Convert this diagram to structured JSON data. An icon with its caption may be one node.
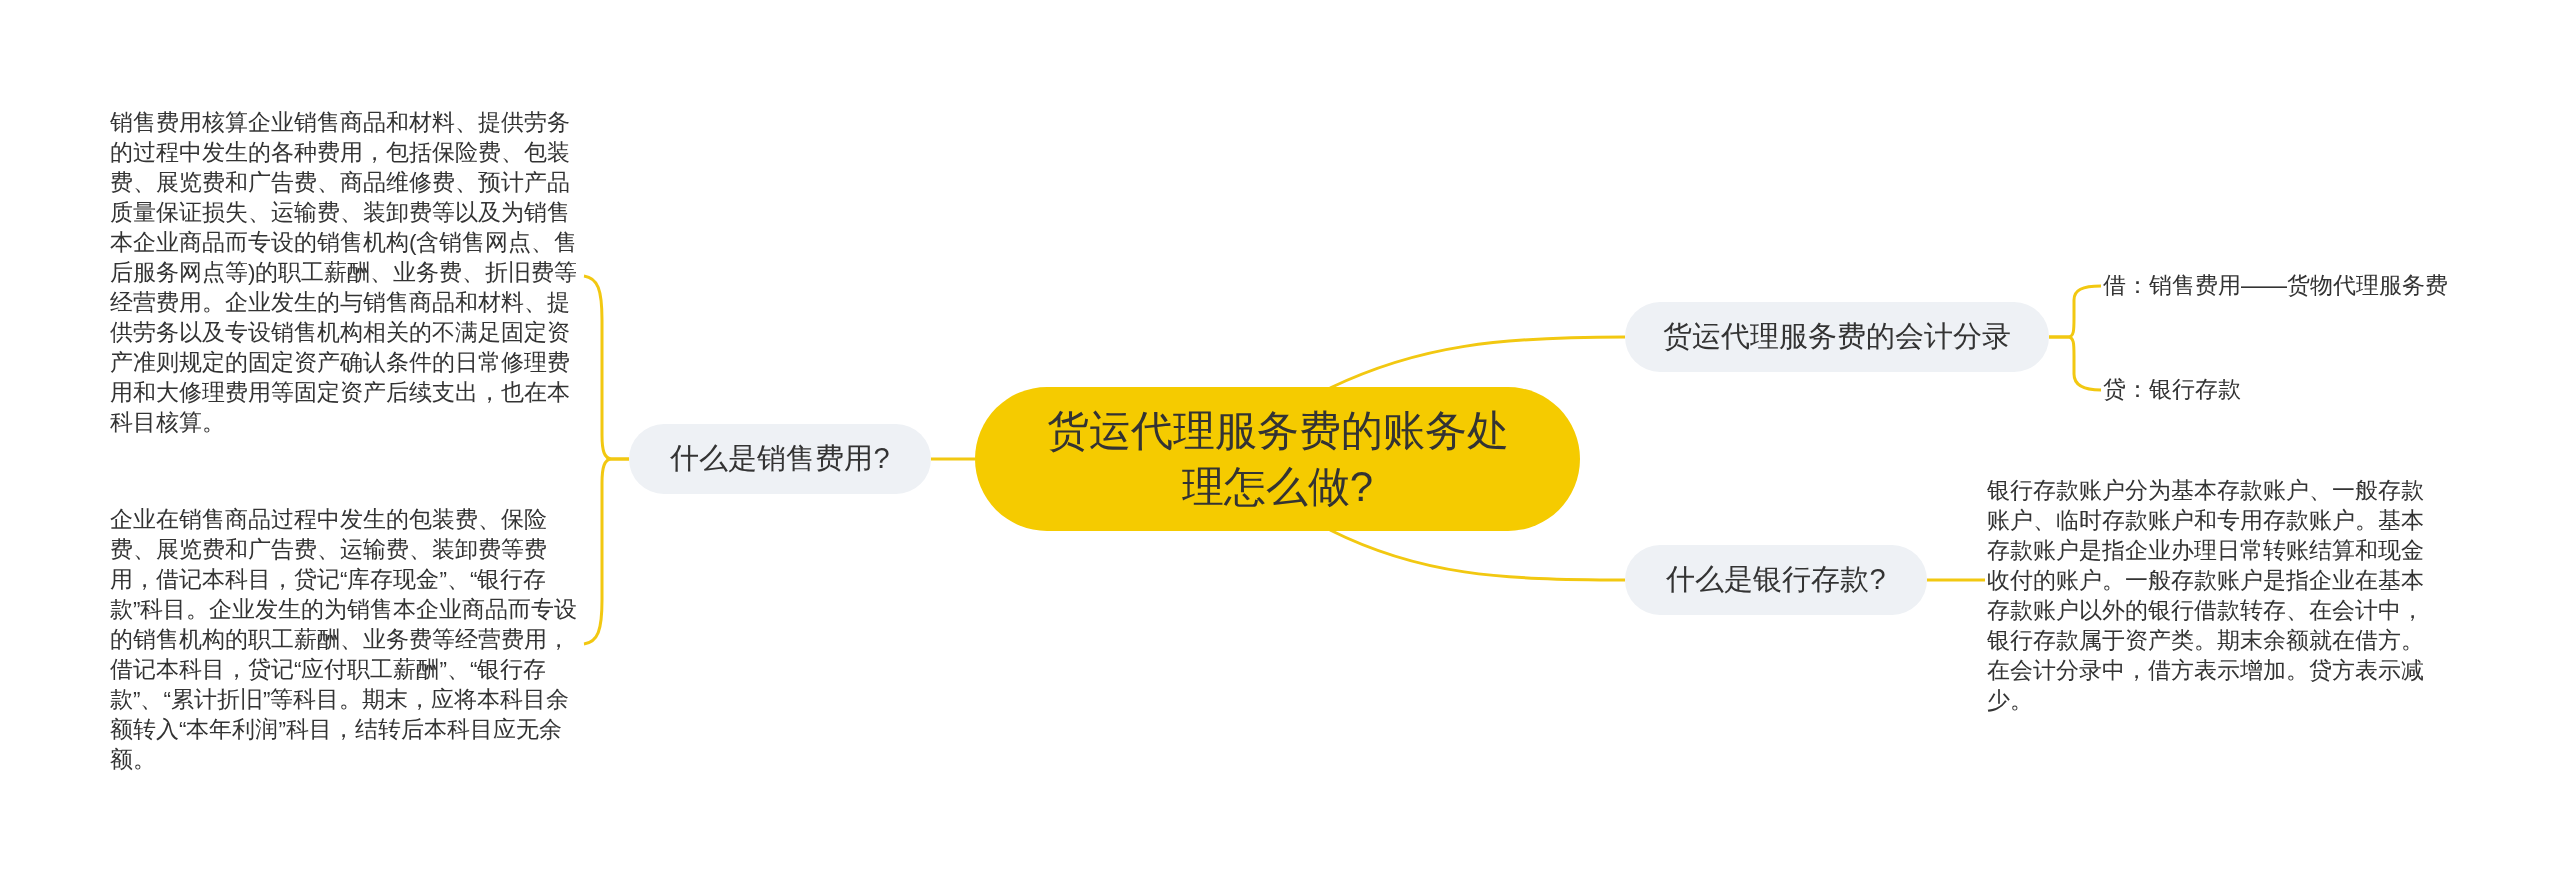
{
  "diagram": {
    "nodes": [
      {
        "text": [
          "货运代理服务费的账务处理怎么做?"
        ]
      },
      {
        "text": [
          "货运代理服务费的会计分录"
        ]
      },
      {
        "text": [
          "借：销售费用——货物代理服务费"
        ]
      },
      {
        "text": [
          "贷：银行存款"
        ]
      },
      {
        "text": [
          "什么是银行存款?"
        ]
      },
      {
        "text": [
          "银行存款账户分为基本存款账户、一般存款账户、临时存款账户和专用存款账户。基本存款账户是指企业办理日常转账结算和现金收付的账户。一般存款账户是指企业在基本存款账户以外的银行借款转存、在会计中，银行存款属于资产类。期末余额就在借方。在会计分录中，借方表示增加。贷方表示减少。"
        ]
      },
      {
        "text": [
          "什么是销售费用?"
        ]
      },
      {
        "text": [
          "销售费用核算企业销售商品和材料、提供劳务的过程中发生的各种费用，包括保险费、包装费、展览费和广告费、商品维修费、预计产品质量保证损失、运输费、装卸费等以及为销售本企业商品而专设的销售机构(含销售网点、售后服务网点等)的职工薪酬、业务费、折旧费等经营费用。企业发生的与销售商品和材料、提供劳务以及专设销售机构相关的不满足固定资产准则规定的固定资产确认条件的日常修理费用和大修理费用等固定资产后续支出，也在本科目核算。"
        ]
      },
      {
        "text": [
          "企业在销售商品过程中发生的包装费、保险费、展览费和广告费、运输费、装卸费等费用，借记本科目，贷记“库存现金”、“银行存款”科目。企业发生的为销售本企业商品而专设的销售机构的职工薪酬、业务费等经营费用，借记本科目，贷记“应付职工薪酬”、“银行存款”、“累计折旧”等科目。期末，应将本科目余额转入“本年利润”科目，结转后本科目应无余额。"
        ]
      }
    ],
    "edges": [
      {
        "from": 0,
        "to": 1,
        "arrow": "none"
      },
      {
        "from": 1,
        "to": 2,
        "arrow": "none"
      },
      {
        "from": 1,
        "to": 3,
        "arrow": "none"
      },
      {
        "from": 0,
        "to": 4,
        "arrow": "none"
      },
      {
        "from": 4,
        "to": 5,
        "arrow": "none"
      },
      {
        "from": 0,
        "to": 6,
        "arrow": "none"
      },
      {
        "from": 6,
        "to": 7,
        "arrow": "none"
      },
      {
        "from": 6,
        "to": 8,
        "arrow": "none"
      }
    ]
  }
}
